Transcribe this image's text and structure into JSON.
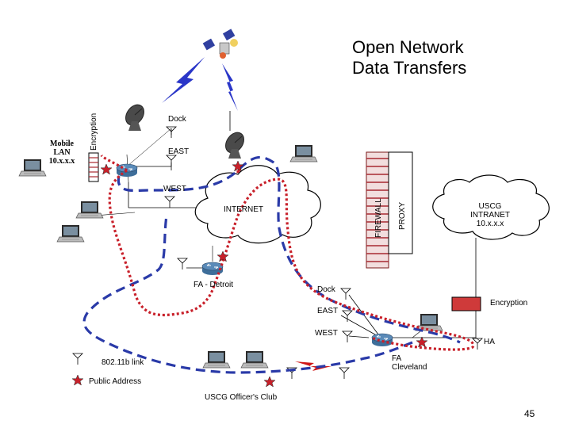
{
  "title": {
    "line1": "Open Network",
    "line2": "Data Transfers"
  },
  "mobile_lan": {
    "line1": "Mobile",
    "line2": "LAN",
    "line3": "10.x.x.x"
  },
  "labels": {
    "encryption_top": "Encryption",
    "dock_top": "Dock",
    "east_top": "EAST",
    "west_top": "WEST",
    "internet": "INTERNET",
    "firewall": "FIREWALL",
    "proxy": "PROXY",
    "uscg_intranet": {
      "line1": "USCG",
      "line2": "INTRANET",
      "line3": "10.x.x.x"
    },
    "fa_detroit": "FA - Detroit",
    "dock_bottom": "Dock",
    "encryption_bottom": "Encryption",
    "east_bottom": "EAST",
    "west_bottom": "WEST",
    "ha": "HA",
    "fa_cleveland": {
      "line1": "FA",
      "line2": "Cleveland"
    },
    "officers_club": "USCG Officer's Club"
  },
  "legend": {
    "link": "802.11b link",
    "public": "Public Address"
  },
  "page_number": "45",
  "colors": {
    "blue_path": "#2a3aa8",
    "red_path": "#c8202a",
    "laptop_screen": "#7a8fa0",
    "bolt": "#2a36c8",
    "bolt_red": "#d01818",
    "router": "#5a8ab8",
    "firewall_brick": "#a82830"
  }
}
